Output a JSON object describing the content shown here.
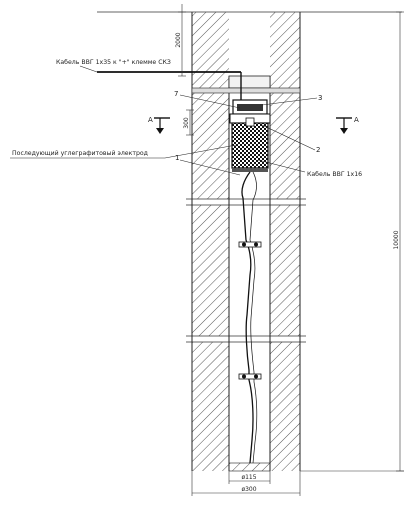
{
  "labels": {
    "cable_top": "Кабель ВВГ 1х35 к \"+\" клемме СКЗ",
    "electrode": "Последующий углеграфитовый электрод",
    "cable_side": "Кабель ВВГ 1х16"
  },
  "callouts": {
    "n1": "1",
    "n2": "2",
    "n3": "3",
    "n7": "7"
  },
  "section": {
    "left": "А",
    "right": "А"
  },
  "dimensions": {
    "top": "2000",
    "electrode": "300",
    "total": "10000",
    "inner_dia": "ø115",
    "outer_dia": "ø300"
  }
}
